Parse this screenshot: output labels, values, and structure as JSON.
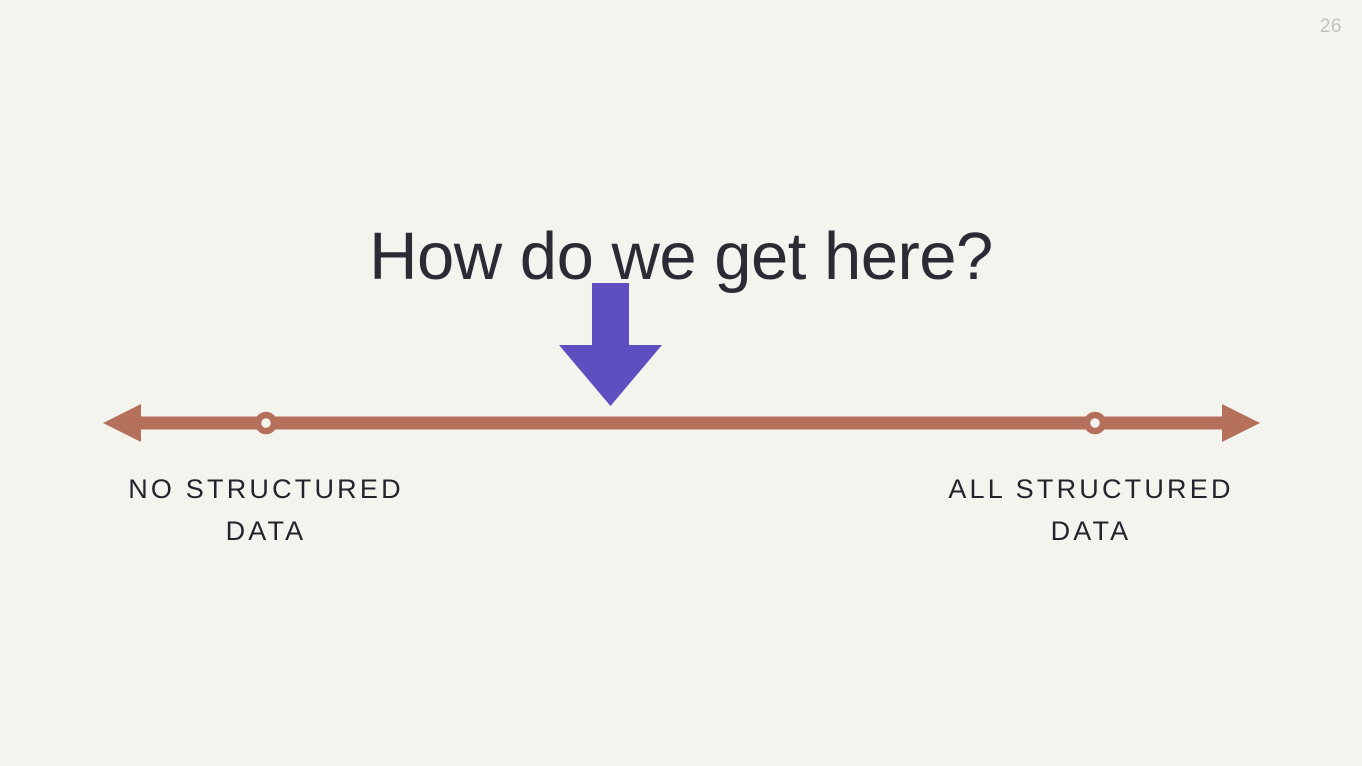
{
  "slide": {
    "page_number": "26",
    "title": "How do we get here?",
    "background_color": "#f4f4ef",
    "title_color": "#2b2b35",
    "page_number_color": "#c2c2bf"
  },
  "arrow": {
    "name": "down-arrow",
    "direction": "down",
    "color": "#5d4fc0"
  },
  "spectrum": {
    "name": "structured-data-spectrum",
    "line_color": "#b5705c",
    "marker_fill": "#f4f4ef",
    "endpoints": [
      {
        "id": "left",
        "line_1": "NO STRUCTURED",
        "line_2": "DATA"
      },
      {
        "id": "right",
        "line_1": "ALL STRUCTURED",
        "line_2": "DATA"
      }
    ]
  },
  "chart_data": {
    "type": "line",
    "title": "How do we get here?",
    "subtitle": "",
    "xlabel": "",
    "ylabel": "",
    "orientation": "horizontal",
    "axis_style": "double-headed arrow",
    "grid": false,
    "legend": null,
    "categories": [
      "NO STRUCTURED DATA",
      "ALL STRUCTURED DATA"
    ],
    "x": [
      0,
      1
    ],
    "values": [
      0,
      1
    ],
    "markers": [
      {
        "label": "NO STRUCTURED DATA",
        "x": 0.141,
        "marker": "open-circle"
      },
      {
        "label": "ALL STRUCTURED DATA",
        "x": 0.859,
        "marker": "open-circle"
      }
    ],
    "annotations": [
      {
        "text": "How do we get here?",
        "x": 0.447,
        "marker": "down-arrow",
        "color": "#5d4fc0"
      }
    ],
    "xlim": [
      0,
      1
    ],
    "colors": {
      "axis": "#b5705c",
      "annotation": "#5d4fc0",
      "text": "#23232d"
    }
  }
}
